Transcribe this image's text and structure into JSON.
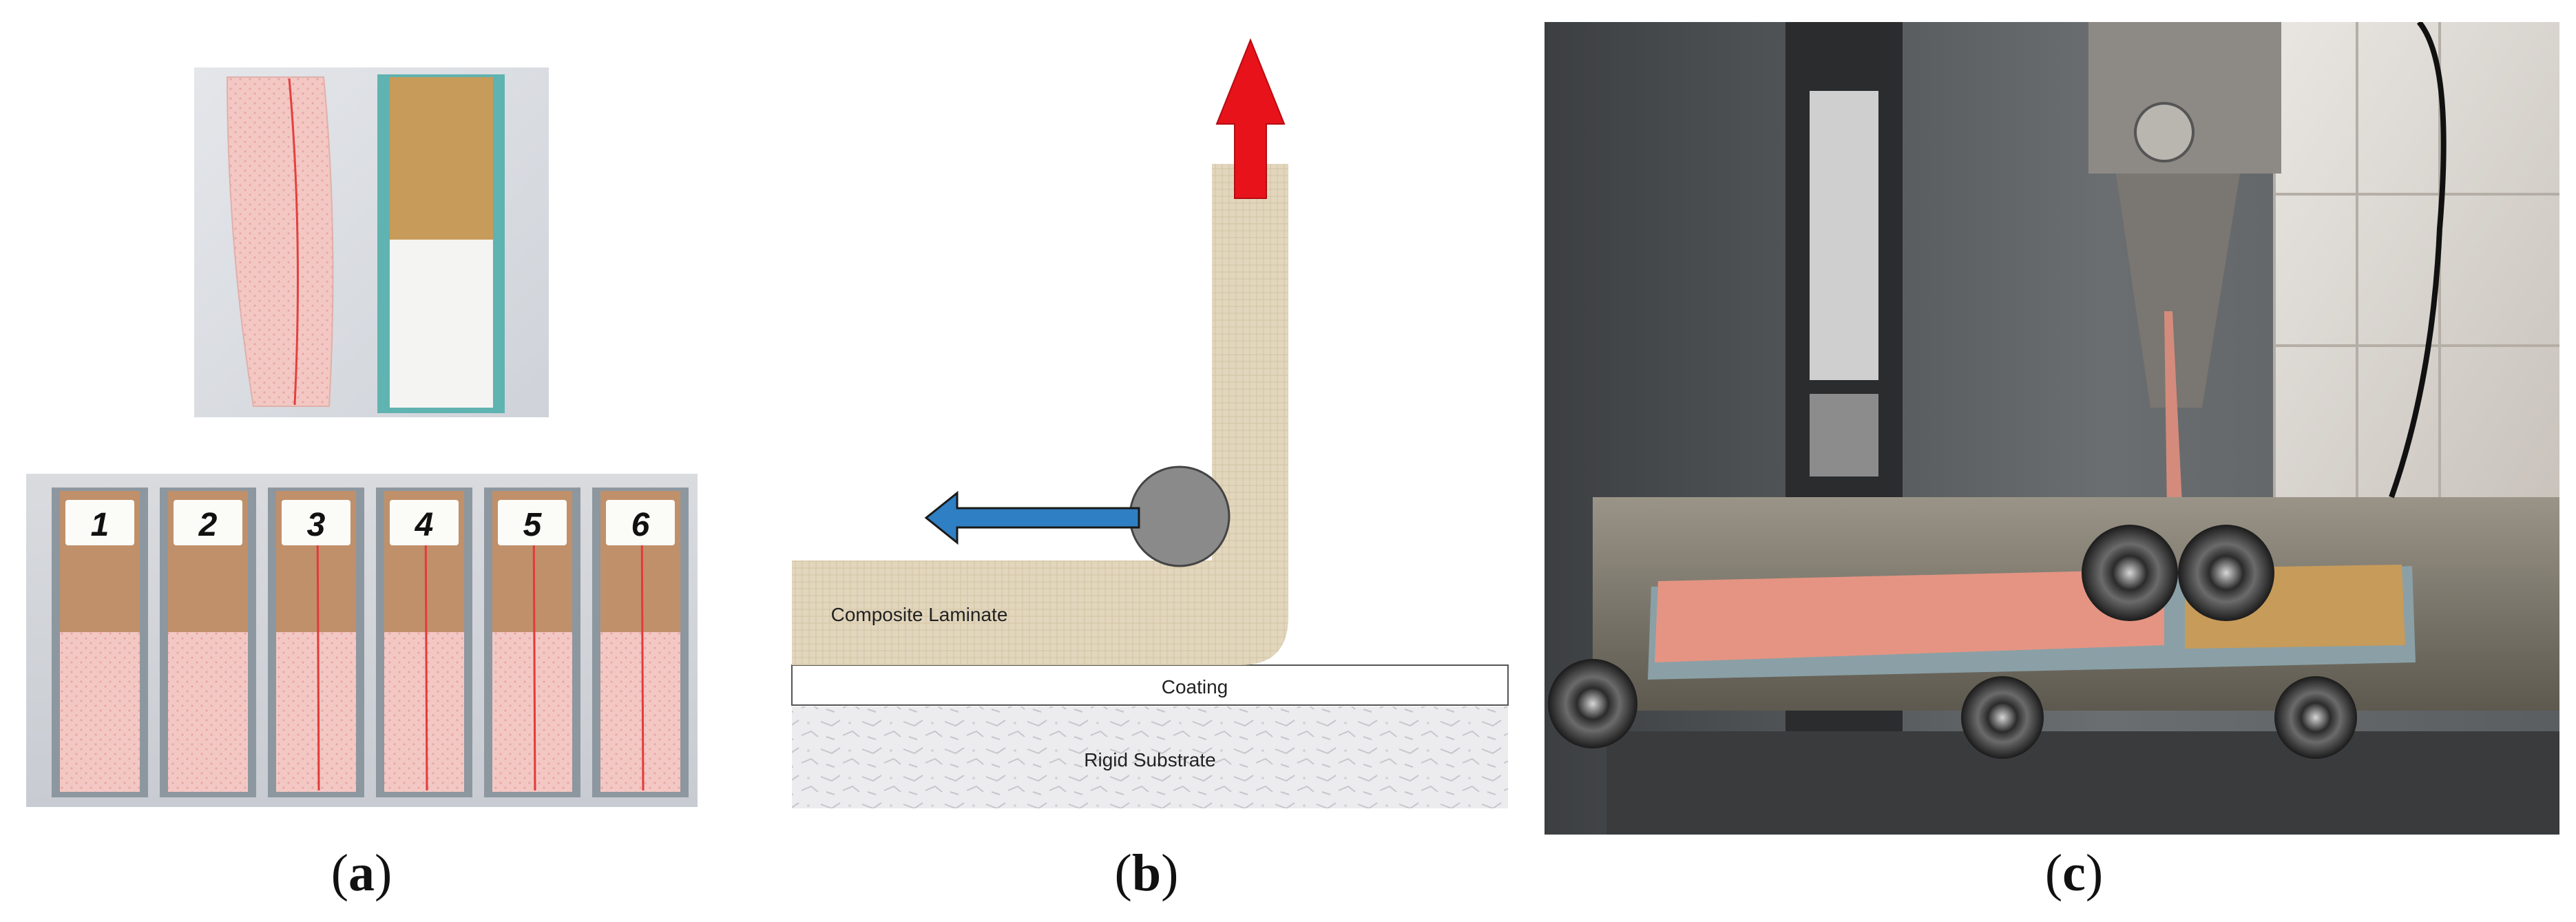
{
  "figure": {
    "panels": [
      {
        "id": "a",
        "caption_letter": "a"
      },
      {
        "id": "b",
        "caption_letter": "b"
      },
      {
        "id": "c",
        "caption_letter": "c"
      }
    ],
    "panel_a": {
      "specimen_numbers": [
        "1",
        "2",
        "3",
        "4",
        "5",
        "6"
      ]
    },
    "panel_b": {
      "laminate_label": "Composite Laminate",
      "coating_label": "Coating",
      "substrate_label": "Rigid Substrate",
      "colors": {
        "pull_arrow": "#e8121b",
        "roller_arrow": "#2f7fc4",
        "roller": "#8a8a8a",
        "laminate": "#e2d6bd",
        "substrate": "#e8e8ea"
      }
    }
  }
}
